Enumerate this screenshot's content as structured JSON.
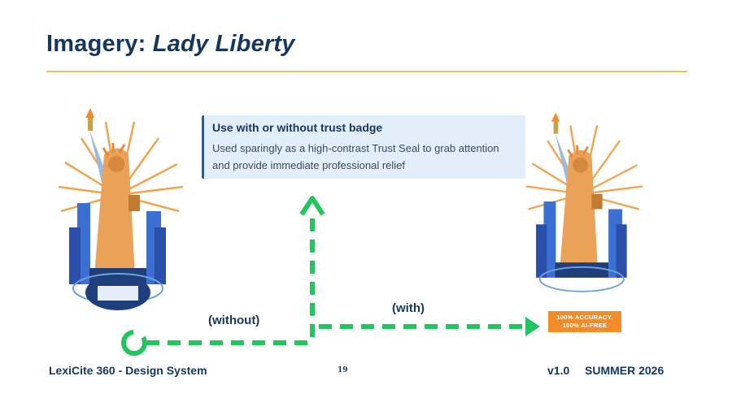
{
  "slide": {
    "title_prefix": "Imagery:",
    "title_emphasis": "Lady Liberty"
  },
  "callout": {
    "heading": "Use with or without trust badge",
    "body_line1": "Used sparingly as a high-contrast Trust Seal to grab attention",
    "body_line2": "and provide immediate professional relief"
  },
  "flow": {
    "without_label": "(without)",
    "with_label": "(with)"
  },
  "badge": {
    "line1": "100% ACCURACY.",
    "line2": "100% AI-FREE"
  },
  "footer": {
    "left": "LexiCite 360 - Design System",
    "page": "19",
    "version": "v1.0",
    "season": "SUMMER 2026"
  },
  "colors": {
    "title": "#17365d",
    "rule": "#e8c25a",
    "arrow": "#22c55e",
    "badge": "#f28c28",
    "callout_bg": "#e2eefa"
  },
  "icons": [
    "statue-of-liberty-illustration",
    "arrow-up-icon",
    "arrow-right-icon",
    "start-circle-icon"
  ]
}
